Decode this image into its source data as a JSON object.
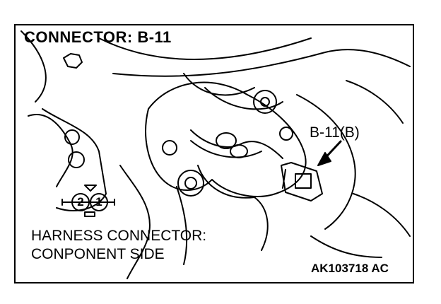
{
  "title": "CONNECTOR: B-11",
  "callout_label": "B-11(B)",
  "harness": {
    "line1": "HARNESS CONNECTOR:",
    "line2": "CONPONENT SIDE"
  },
  "pins": [
    "2",
    "1"
  ],
  "figure_code": "AK103718 AC",
  "colors": {
    "ink": "#000000",
    "paper": "#ffffff"
  }
}
